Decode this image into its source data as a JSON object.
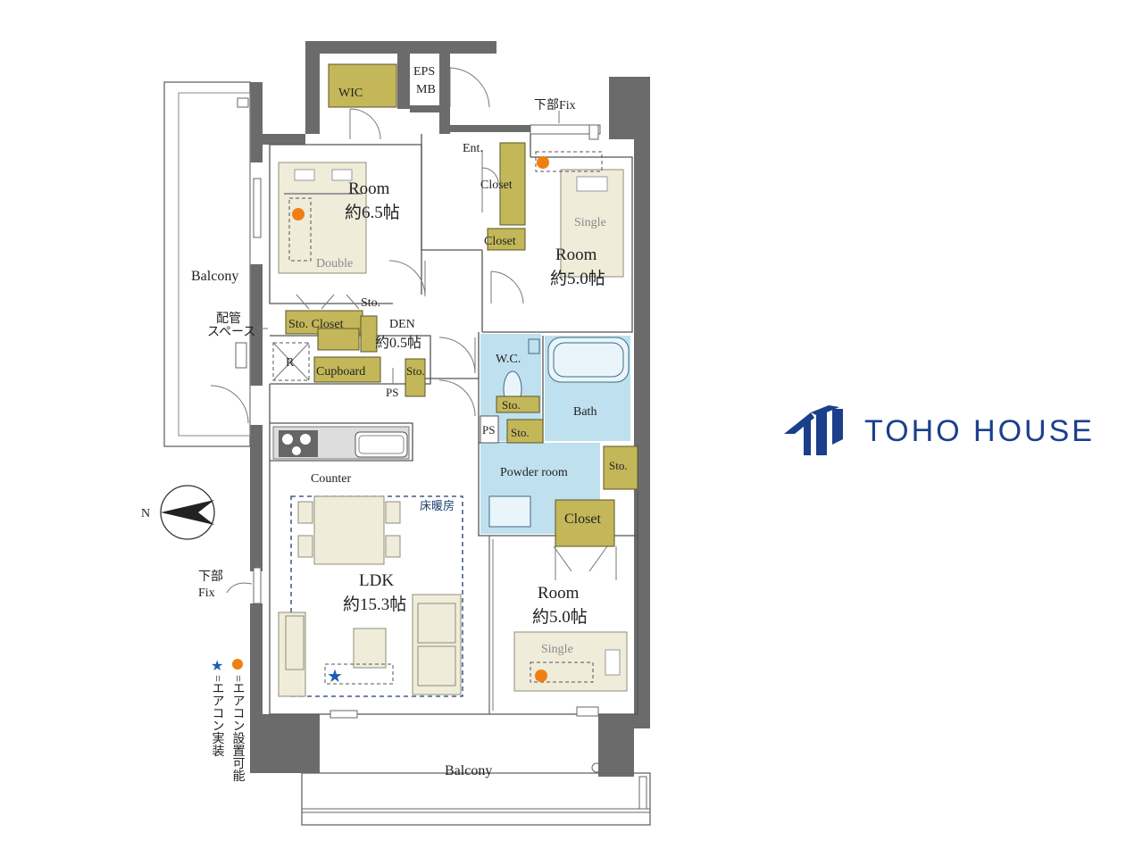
{
  "brand": {
    "name": "TOHO HOUSE",
    "color": "#1b3f8b"
  },
  "colors": {
    "storage": "#c3b75a",
    "wet_area": "#bfe0ef",
    "aircon_possible": "#f07f12",
    "aircon_installed": "#1a5fb0",
    "wall": "#6b6b6b"
  },
  "legend": {
    "aircon_possible": "=エアコン設置可能",
    "aircon_installed": "=エアコン実装"
  },
  "compass": {
    "label": "N"
  },
  "rooms": {
    "wic": "WIC",
    "eps": "EPS",
    "mb": "MB",
    "lower_fix_top": "下部Fix",
    "entrance": "Ent.",
    "closet_ent_1": "Closet",
    "closet_ent_2": "Closet",
    "room_nw_name": "Room",
    "room_nw_size": "約6.5帖",
    "bed_double": "Double",
    "room_ne_name": "Room",
    "room_ne_size": "約5.0帖",
    "bed_single_ne": "Single",
    "balcony_west": "Balcony",
    "piping_space_1": "配管",
    "piping_space_2": "スペース",
    "sto_closet": "Sto. Closet",
    "sto_den": "Sto.",
    "den_name": "DEN",
    "den_size": "約0.5帖",
    "refrigerator": "R",
    "cupboard": "Cupboard",
    "sto_small": "Sto.",
    "ps_top": "PS",
    "wc": "W.C.",
    "sto_wc": "Sto.",
    "bath": "Bath",
    "ps_mid": "PS",
    "sto_powder": "Sto.",
    "powder_room": "Powder room",
    "sto_right": "Sto.",
    "counter": "Counter",
    "floor_heating": "床暖房",
    "ldk_name": "LDK",
    "ldk_size": "約15.3帖",
    "closet_se": "Closet",
    "room_se_name": "Room",
    "room_se_size": "約5.0帖",
    "bed_single_se": "Single",
    "lower_fix_west_1": "下部",
    "lower_fix_west_2": "Fix",
    "balcony_south": "Balcony"
  }
}
